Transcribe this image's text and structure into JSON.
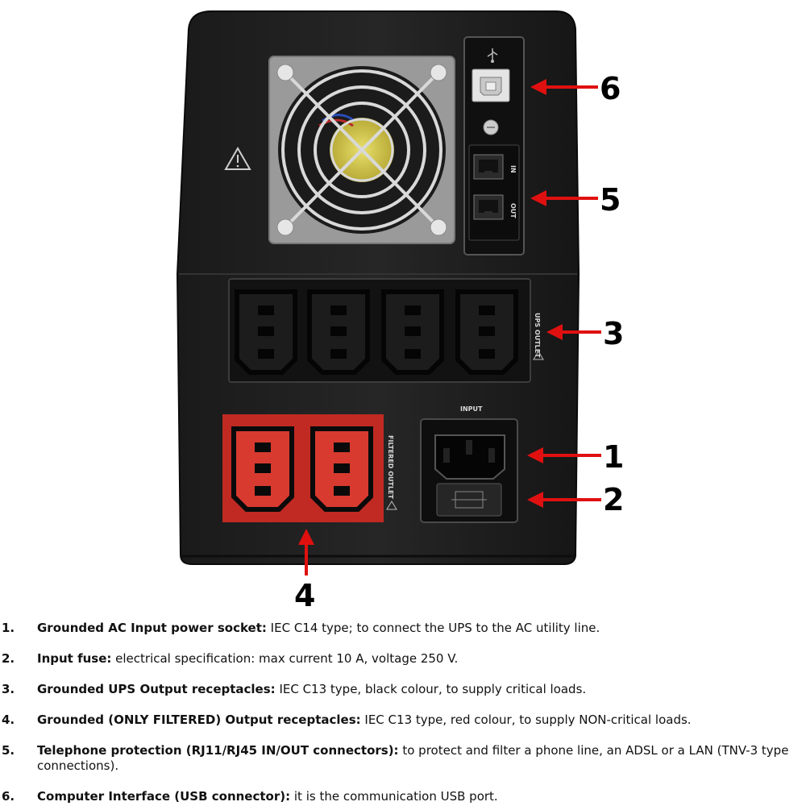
{
  "figure": {
    "input_label": "INPUT",
    "ups_outlet_label": "UPS OUTLET",
    "filtered_outlet_label": "FILTERED OUTLET",
    "phone_in_label": "IN",
    "phone_out_label": "OUT",
    "callouts": [
      "1",
      "2",
      "3",
      "4",
      "5",
      "6"
    ]
  },
  "legend": [
    {
      "num": "1.",
      "title": "Grounded AC Input power socket:",
      "text": "IEC C14 type; to connect the UPS to the AC utility line."
    },
    {
      "num": "2.",
      "title": "Input fuse:",
      "text": "electrical specification: max current 10 A, voltage 250 V."
    },
    {
      "num": "3.",
      "title": "Grounded UPS Output receptacles:",
      "text": "IEC C13 type, black colour, to supply critical loads."
    },
    {
      "num": "4.",
      "title": "Grounded (ONLY FILTERED) Output receptacles:",
      "text": "IEC C13 type, red colour, to supply NON-critical loads."
    },
    {
      "num": "5.",
      "title": "Telephone protection (RJ11/RJ45 IN/OUT connectors):",
      "text": "to protect and filter a phone line, an ADSL or a LAN (TNV-3 type connections)."
    },
    {
      "num": "6.",
      "title": "Computer Interface (USB connector):",
      "text": "it is the communication USB port."
    }
  ]
}
